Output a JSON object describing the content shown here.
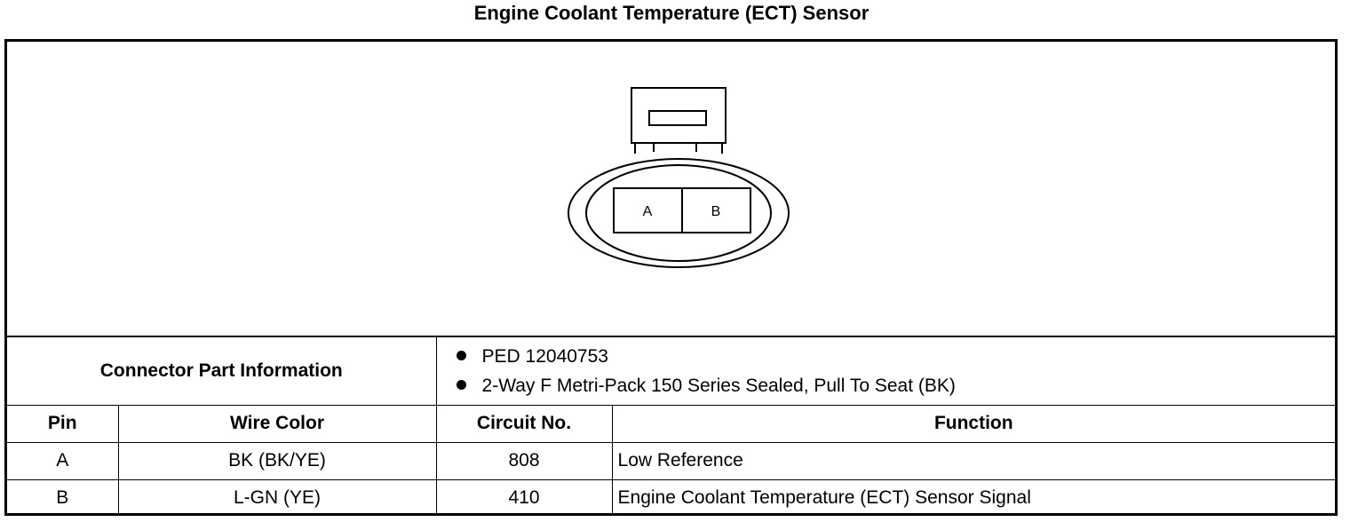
{
  "title": "Engine Coolant Temperature (ECT) Sensor",
  "connector": {
    "pins": [
      "A",
      "B"
    ]
  },
  "part_info": {
    "label": "Connector Part Information",
    "items": [
      "PED 12040753",
      "2-Way F Metri-Pack 150 Series Sealed, Pull To Seat (BK)"
    ]
  },
  "table": {
    "headers": {
      "pin": "Pin",
      "wire_color": "Wire Color",
      "circuit_no": "Circuit No.",
      "function": "Function"
    },
    "rows": [
      {
        "pin": "A",
        "wire_color": "BK (BK/YE)",
        "circuit_no": "808",
        "function": "Low Reference"
      },
      {
        "pin": "B",
        "wire_color": "L-GN (YE)",
        "circuit_no": "410",
        "function": "Engine Coolant Temperature (ECT) Sensor Signal"
      }
    ]
  }
}
